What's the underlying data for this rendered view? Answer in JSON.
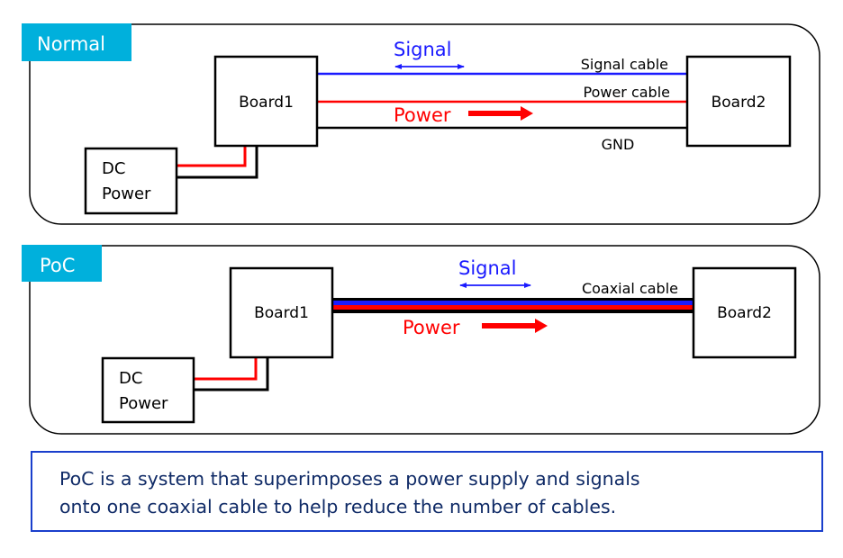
{
  "colors": {
    "badge": "#00b0dc",
    "signal": "#1a1aff",
    "power": "#ff0000",
    "ground": "#000000",
    "note_border": "#1a3fcc",
    "note_text": "#0f2a66"
  },
  "normal": {
    "badge": "Normal",
    "board1": "Board1",
    "board2": "Board2",
    "dc_power": [
      "DC",
      "Power"
    ],
    "signal_label": "Signal",
    "power_label": "Power",
    "cables": {
      "signal": "Signal cable",
      "power": "Power cable",
      "ground": "GND"
    }
  },
  "poc": {
    "badge": "PoC",
    "board1": "Board1",
    "board2": "Board2",
    "dc_power": [
      "DC",
      "Power"
    ],
    "signal_label": "Signal",
    "power_label": "Power",
    "cable": "Coaxial cable"
  },
  "note": {
    "lines": [
      "PoC is a system that superimposes a power supply and signals",
      "onto one coaxial cable to help reduce the number of cables."
    ]
  }
}
